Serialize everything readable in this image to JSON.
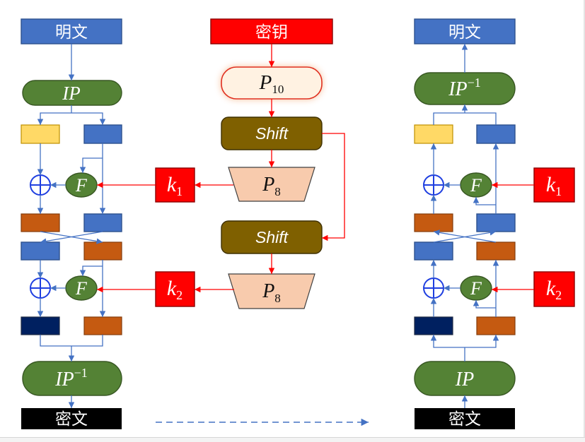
{
  "colors": {
    "block_blue": "#4472C4",
    "block_yellow": "#FFD966",
    "block_orange": "#C55A11",
    "block_navy": "#002060",
    "ip_green": "#548235",
    "key_red": "#FF0000",
    "shift_brown": "#7F6000",
    "p10_fill": "#FFF2E2",
    "p10_glow": "#F4B183",
    "p8_fill": "#F8CBAD",
    "cipher_black": "#000000",
    "arrow_blue": "#4472C4",
    "arrow_red": "#FF0000",
    "xor_blue": "#1F3FE0"
  },
  "encryption": {
    "plaintext": "明文",
    "ip": "IP",
    "round1_f": "F",
    "round2_f": "F",
    "ip_inverse": {
      "base": "IP",
      "sup": "−1"
    },
    "ciphertext": "密文"
  },
  "key_generation": {
    "key": "密钥",
    "p10": {
      "base": "P",
      "sub": "10"
    },
    "shift_1": "Shift",
    "p8_1": {
      "base": "P",
      "sub": "8"
    },
    "shift_2": "Shift",
    "p8_2": {
      "base": "P",
      "sub": "8"
    },
    "k1": {
      "base": "k",
      "sub": "1"
    },
    "k2": {
      "base": "k",
      "sub": "2"
    }
  },
  "decryption": {
    "plaintext": "明文",
    "ip_inverse": {
      "base": "IP",
      "sup": "−1"
    },
    "round1_f": "F",
    "round2_f": "F",
    "k1": {
      "base": "k",
      "sub": "1"
    },
    "k2": {
      "base": "k",
      "sub": "2"
    },
    "ip": "IP",
    "ciphertext": "密文"
  }
}
